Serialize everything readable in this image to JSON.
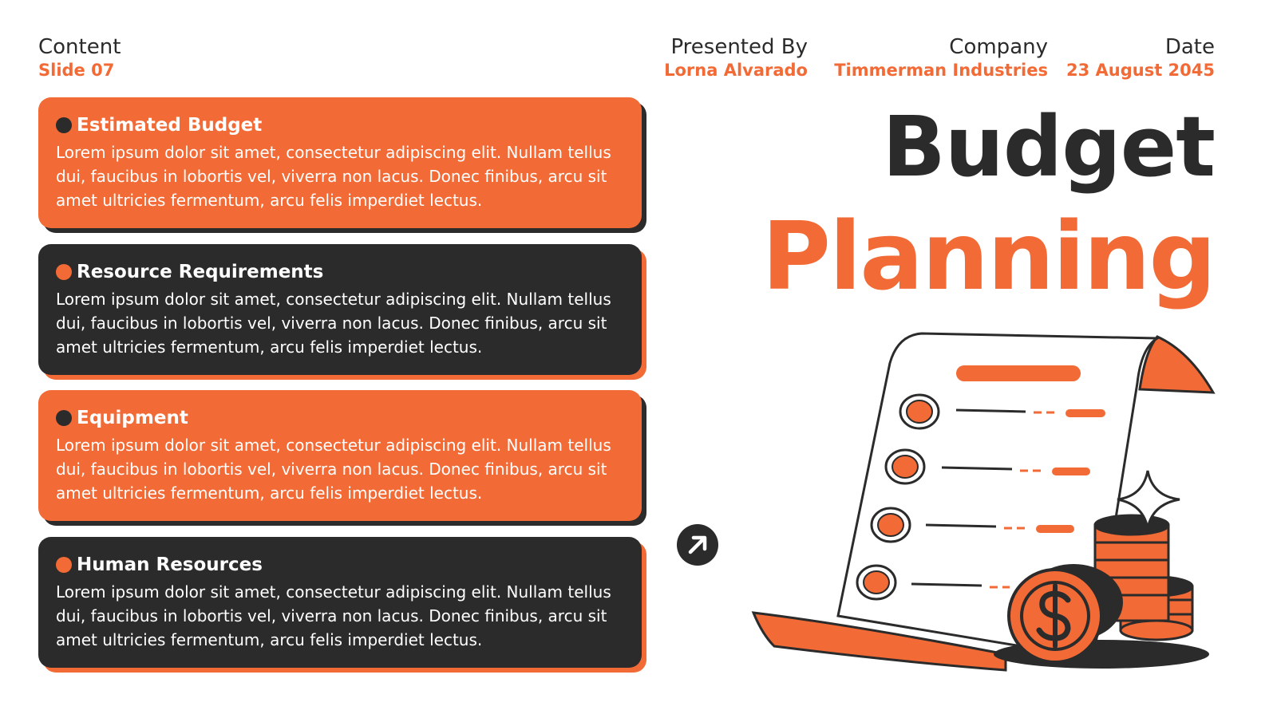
{
  "header": {
    "content_label": "Content",
    "slide_label": "Slide 07",
    "presented_by_label": "Presented By",
    "presenter": "Lorna Alvarado",
    "company_label": "Company",
    "company": "Timmerman Industries",
    "date_label": "Date",
    "date": "23 August 2045"
  },
  "cards": [
    {
      "title": "Estimated Budget",
      "text": "Lorem ipsum dolor sit amet, consectetur adipiscing elit. Nullam tellus dui, faucibus in lobortis vel, viverra non lacus. Donec finibus, arcu sit amet ultricies fermentum, arcu felis imperdiet lectus.",
      "style": "orange"
    },
    {
      "title": "Resource Requirements",
      "text": "Lorem ipsum dolor sit amet, consectetur adipiscing elit. Nullam tellus dui, faucibus in lobortis vel, viverra non lacus. Donec finibus, arcu sit amet ultricies fermentum, arcu felis imperdiet lectus.",
      "style": "dark"
    },
    {
      "title": "Equipment",
      "text": "Lorem ipsum dolor sit amet, consectetur adipiscing elit. Nullam tellus dui, faucibus in lobortis vel, viverra non lacus. Donec finibus, arcu sit amet ultricies fermentum, arcu felis imperdiet lectus.",
      "style": "orange"
    },
    {
      "title": "Human Resources",
      "text": "Lorem ipsum dolor sit amet, consectetur adipiscing elit. Nullam tellus dui, faucibus in lobortis vel, viverra non lacus. Donec finibus, arcu sit amet ultricies fermentum, arcu felis imperdiet lectus.",
      "style": "dark"
    }
  ],
  "title": {
    "line1": "Budget",
    "line2": "Planning"
  },
  "icons": {
    "next": "arrow-up-right-icon",
    "illustration": "budget-receipt-coins-illustration"
  },
  "colors": {
    "accent": "#f26a35",
    "dark": "#2b2b2b",
    "background": "#ffffff"
  }
}
